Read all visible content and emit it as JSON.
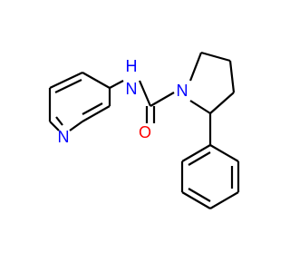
{
  "molecule": {
    "atoms": {
      "pyridine_n": {
        "label": "N",
        "color": "#0000ff"
      },
      "amide_nh": {
        "label": "N",
        "sub": "H",
        "color": "#0000ff"
      },
      "ring_n": {
        "label": "N",
        "color": "#0000ff"
      },
      "carbonyl_o": {
        "label": "O",
        "color": "#ff0000"
      }
    },
    "bond_color": "#000000"
  }
}
